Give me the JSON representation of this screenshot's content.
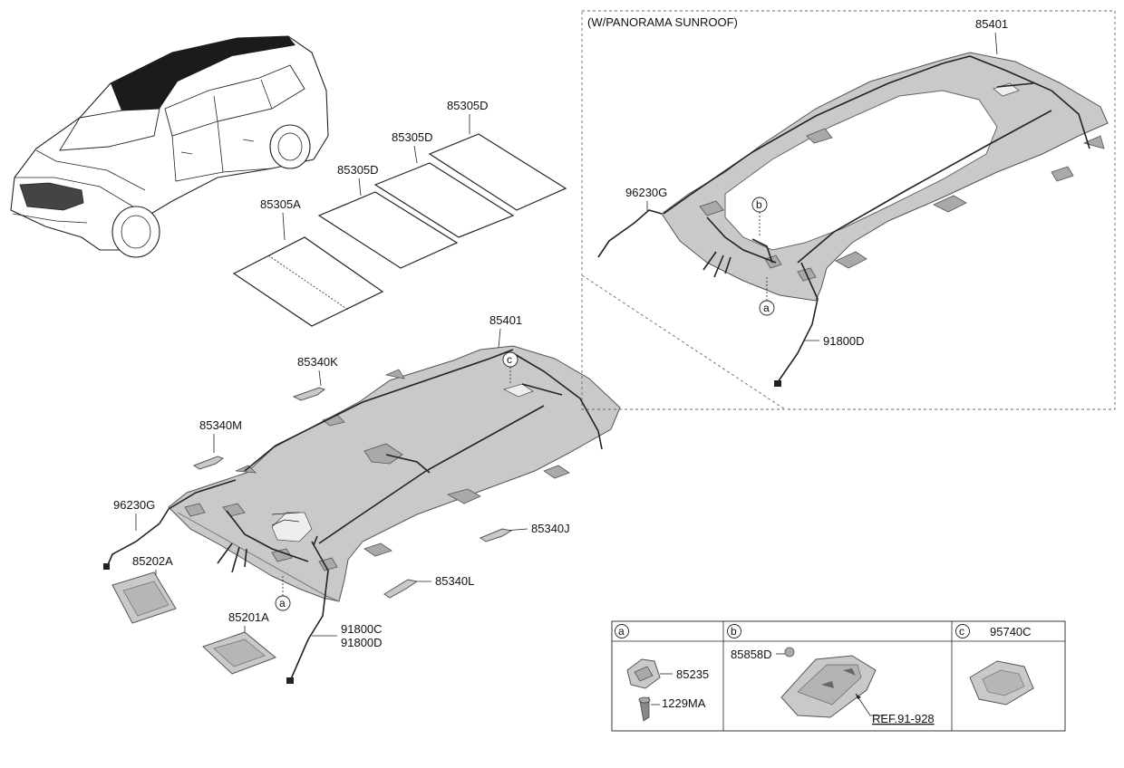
{
  "callouts": {
    "panorama_note": "(W/PANORAMA SUNROOF)",
    "p85401_top": "85401",
    "p96230G_top": "96230G",
    "p91800D_top": "91800D",
    "p85305D_1": "85305D",
    "p85305D_2": "85305D",
    "p85305D_3": "85305D",
    "p85305A": "85305A",
    "p85401_main": "85401",
    "p85340K": "85340K",
    "p85340M": "85340M",
    "p96230G_main": "96230G",
    "p85340J": "85340J",
    "p85202A": "85202A",
    "p85340L": "85340L",
    "p85201A": "85201A",
    "p91800C": "91800C",
    "p91800D_main": "91800D"
  },
  "markers": {
    "a": "a",
    "b": "b",
    "c": "c"
  },
  "legend": {
    "col_a": {
      "marker": "a",
      "parts": [
        "85235",
        "1229MA"
      ]
    },
    "col_b": {
      "marker": "b",
      "parts": [
        "85858D"
      ],
      "ref": "REF.91-928"
    },
    "col_c": {
      "marker": "c",
      "parts": [
        "95740C"
      ]
    }
  }
}
